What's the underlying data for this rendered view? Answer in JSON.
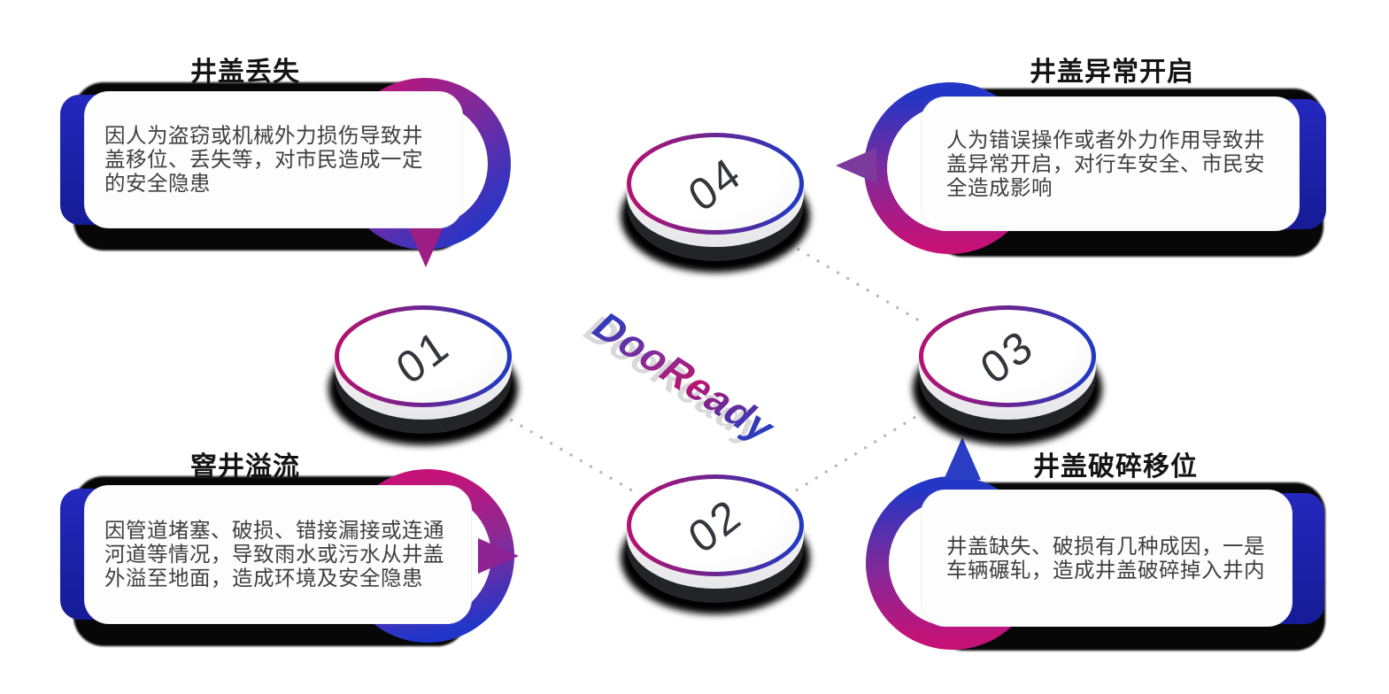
{
  "logo": {
    "text": "DooReady"
  },
  "colors": {
    "accent_blue": "#1c21ad",
    "gradient_blue": "#2136c9",
    "gradient_purple": "#8b2a96",
    "gradient_magenta": "#c41277",
    "shadow_black": "#070707",
    "dot_gray": "#b5b5b5",
    "title_text": "#141414",
    "body_text": "#3f3f3f"
  },
  "callouts": [
    {
      "number": "01",
      "title": "井盖丢失",
      "body": "因人为盗窃或机械外力损伤导致井盖移位、丢失等，对市民造成一定的安全隐患"
    },
    {
      "number": "02",
      "title": "窨井溢流",
      "body": "因管道堵塞、破损、错接漏接或连通河道等情况，导致雨水或污水从井盖外溢至地面，造成环境及安全隐患"
    },
    {
      "number": "03",
      "title": "井盖破碎移位",
      "body": "井盖缺失、破损有几种成因，一是车辆碾轧，造成井盖破碎掉入井内"
    },
    {
      "number": "04",
      "title": "井盖异常开启",
      "body": "人为错误操作或者外力作用导致井盖异常开启，对行车安全、市民安全造成影响"
    }
  ]
}
